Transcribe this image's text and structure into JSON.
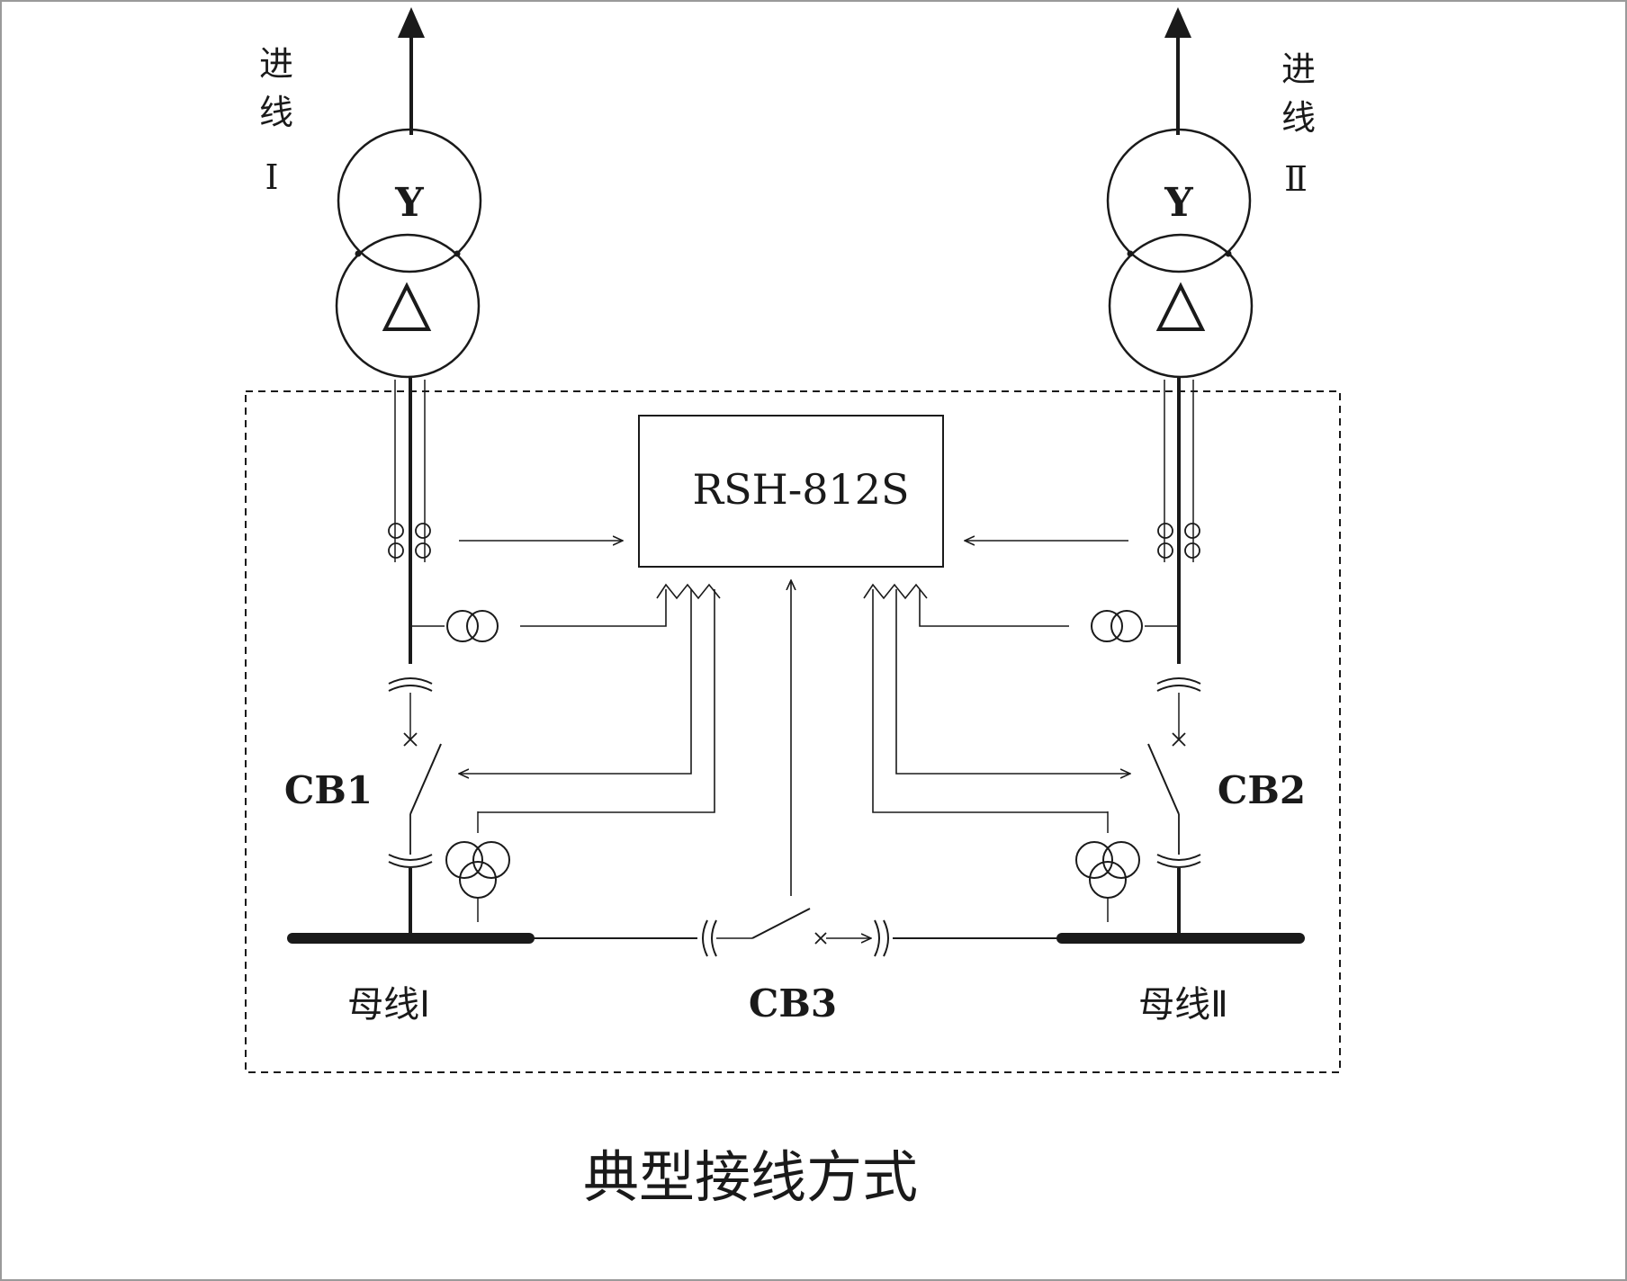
{
  "diagram": {
    "caption": "典型接线方式",
    "device_label": "RSH-812S",
    "incoming_line_1": {
      "chars": [
        "进",
        "线",
        "Ⅰ"
      ]
    },
    "incoming_line_2": {
      "chars": [
        "进",
        "线",
        "Ⅱ"
      ]
    },
    "transformer_primary_symbol": "Y",
    "transformer_secondary_symbol": "△",
    "breakers": {
      "cb1": "CB1",
      "cb2": "CB2",
      "cb3": "CB3"
    },
    "busbars": {
      "bus1": "母线Ⅰ",
      "bus2": "母线Ⅱ"
    },
    "colors": {
      "line": "#1a1a1a",
      "background": "#ffffff",
      "frame": "#9a9a9a"
    }
  }
}
